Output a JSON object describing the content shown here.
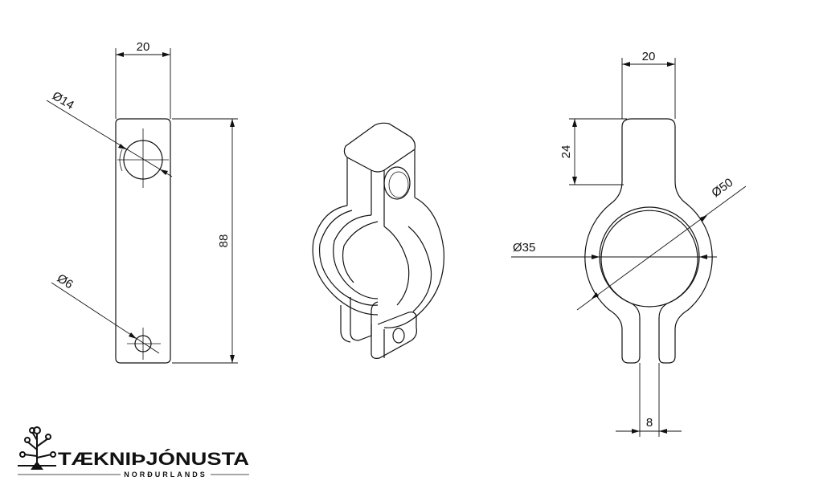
{
  "left_view": {
    "width_label": "20",
    "hole_large_label": "Ø14",
    "hole_small_label": "Ø6",
    "height_label": "88"
  },
  "right_view": {
    "width_label": "20",
    "tab_height_label": "24",
    "outer_dia_label": "Ø50",
    "inner_dia_label": "Ø35",
    "gap_label": "8"
  },
  "logo": {
    "name": "TÆKNIÞJÓNUSTA",
    "subtitle": "NORÐURLANDS"
  }
}
